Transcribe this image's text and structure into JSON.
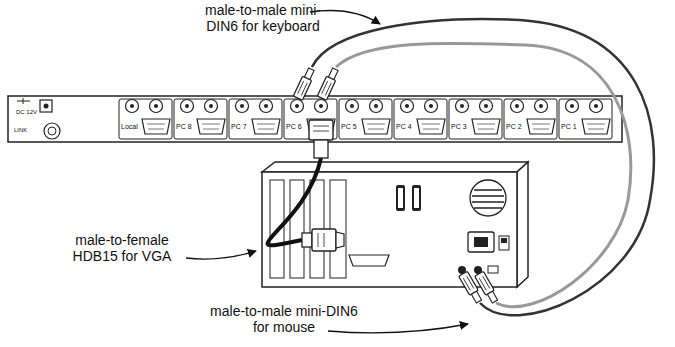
{
  "diagram": {
    "labels": [
      "male-to-male mini-DIN6 for keyboard",
      "male-to-female HDB15 for VGA",
      "male-to-male mini-DIN6 for mouse",
      "DC 12V",
      "LINK",
      "Local",
      "PC 8",
      "PC 7",
      "PC 6",
      "PC 5",
      "PC 4",
      "PC 3",
      "PC 2",
      "PC 1"
    ]
  }
}
